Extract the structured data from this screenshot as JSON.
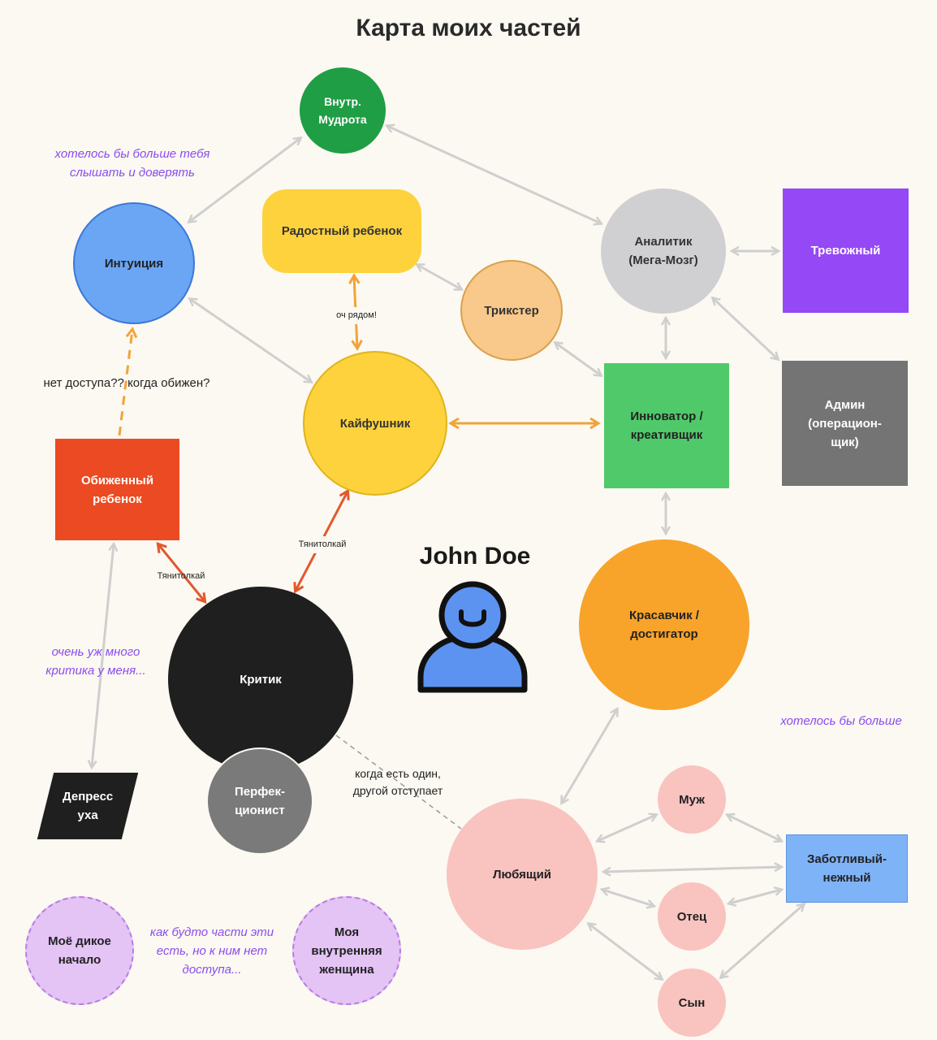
{
  "title": "Карта моих частей",
  "person": {
    "name": "John Doe",
    "icon": "person-avatar-icon"
  },
  "nodes": {
    "wisdom": "Внутр.\nМудрота",
    "intuition": "Интуиция",
    "joyful_child": "Радостный ребенок",
    "trickster": "Трикстер",
    "analyst": "Аналитик\n(Мега-Мозг)",
    "anxious": "Тревожный",
    "admin": "Админ\n(операцион-\nщик)",
    "kaifushnik": "Кайфушник",
    "innovator": "Инноватор /\nкреативщик",
    "offended_child": "Обиженный\nребенок",
    "critic": "Критик",
    "perfectionist": "Перфек-\nционист",
    "handsome": "Красавчик /\nдостигатор",
    "depression": "Депресс\nуха",
    "loving": "Любящий",
    "husband": "Муж",
    "father": "Отец",
    "son": "Сын",
    "caring": "Заботливый-\nнежный",
    "wild_origin": "Моё дикое\nначало",
    "inner_woman": "Моя\nвнутренняя\nженщина"
  },
  "notes": {
    "intuition_note": "хотелось бы больше тебя\nслышать и доверять",
    "critic_note": "очень уж много\nкритика у меня...",
    "more_note": "хотелось бы больше",
    "parts_note": "как будто части эти\nесть, но к ним нет\nдоступа..."
  },
  "labels": {
    "no_access": "нет доступа?? когда обижен?",
    "nearby": "оч рядом!",
    "tug_of_war_1": "Тянитолкай",
    "tug_of_war_2": "Тянитолкай",
    "when_one": "когда есть один,\nдругой отступает"
  },
  "colors": {
    "background": "#fbf9f1",
    "edge_gray": "#cfcfcf",
    "edge_orange": "#f2a33a",
    "edge_red": "#e2582c",
    "note_purple": "#8b4cf0",
    "wisdom": "#1f9e45",
    "intuition": "#6aa6f4",
    "joyful_child": "#fdd23d",
    "trickster": "#f8c98a",
    "analyst": "#d0cfd1",
    "anxious": "#9548f5",
    "admin": "#747474",
    "kaifushnik": "#fdd23d",
    "innovator": "#50c96a",
    "offended_child": "#eb4a22",
    "critic": "#1f1f1f",
    "perfectionist": "#7a7a7a",
    "handsome": "#f8a32a",
    "depression": "#1f1f1f",
    "loving": "#f9c3c0",
    "pink_small": "#f9c3c0",
    "caring": "#7fb3f7",
    "lavender": "#e4c3f5"
  }
}
